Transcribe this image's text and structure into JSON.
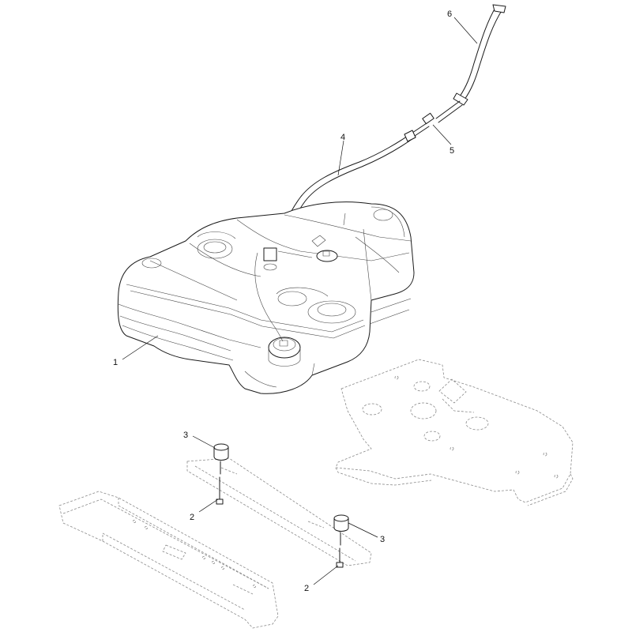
{
  "callouts": [
    {
      "label": "1",
      "part": "fuel-tank"
    },
    {
      "label": "2",
      "part": "fastener-left"
    },
    {
      "label": "2",
      "part": "fastener-right"
    },
    {
      "label": "3",
      "part": "bumper-left"
    },
    {
      "label": "3",
      "part": "bumper-right"
    },
    {
      "label": "4",
      "part": "hose-lower"
    },
    {
      "label": "5",
      "part": "hose-connector"
    },
    {
      "label": "6",
      "part": "hose-upper"
    }
  ],
  "colors": {
    "line": "#1a1a1a",
    "ghost": "#8a8a8a",
    "background": "#ffffff"
  }
}
